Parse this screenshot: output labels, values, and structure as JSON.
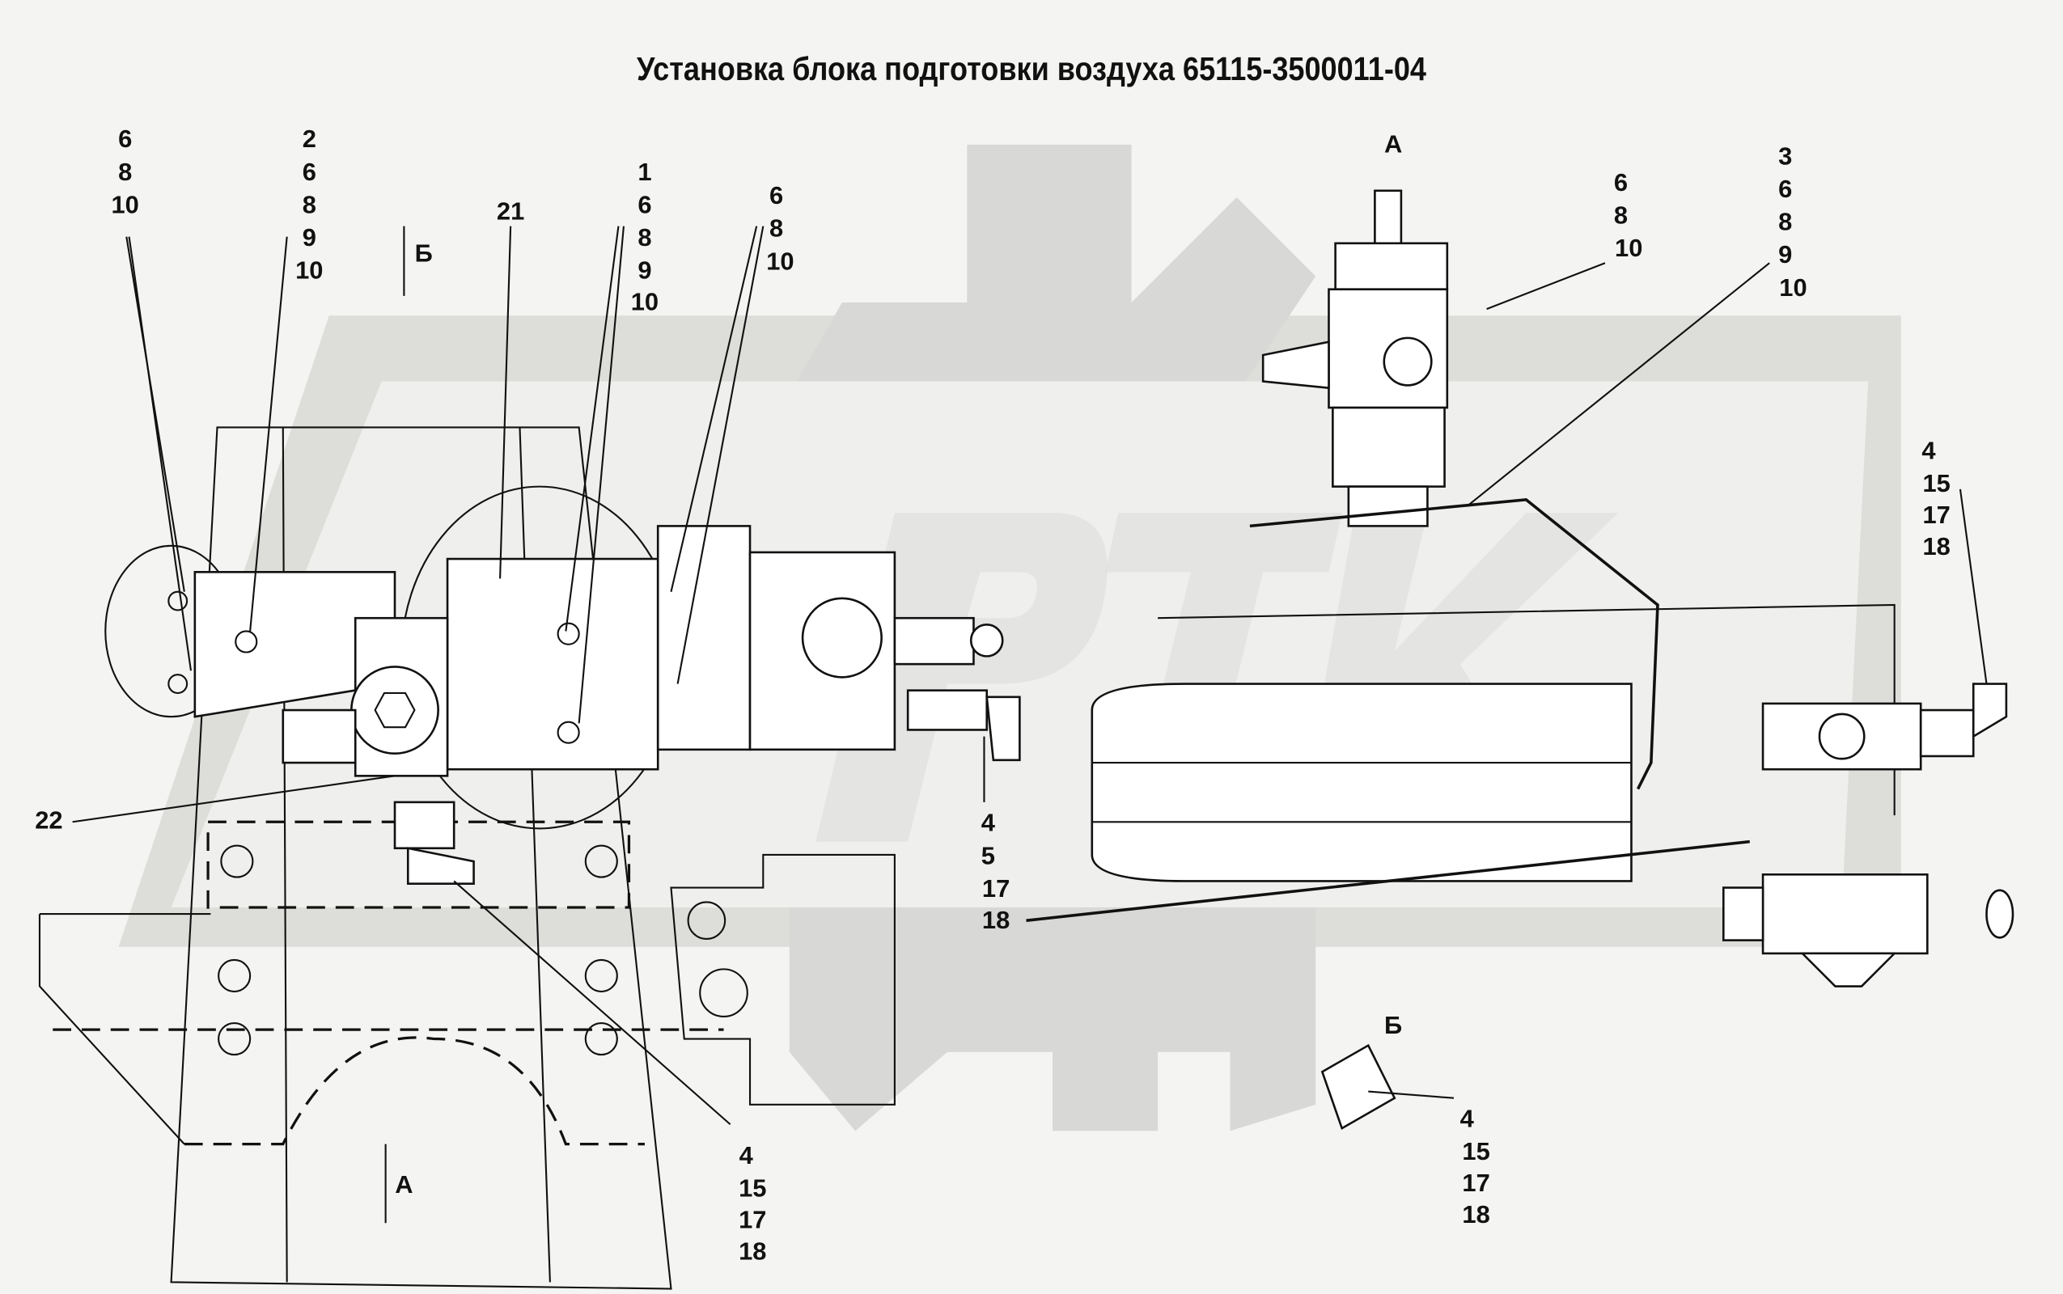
{
  "title": "Установка блока подготовки воздуха 65115-3500011-04",
  "callouts": [
    {
      "id": "c1",
      "lines": [
        "6",
        "8",
        "10"
      ]
    },
    {
      "id": "c2",
      "lines": [
        "2",
        "6",
        "8",
        "9",
        "10"
      ]
    },
    {
      "id": "c3",
      "lines": [
        "21"
      ]
    },
    {
      "id": "c4",
      "lines": [
        "1",
        "6",
        "8",
        "9",
        "10"
      ]
    },
    {
      "id": "c5",
      "lines": [
        "6",
        "8",
        "10"
      ]
    },
    {
      "id": "c6",
      "lines": [
        "6",
        "8",
        "10"
      ]
    },
    {
      "id": "c7",
      "lines": [
        "3",
        "6",
        "8",
        "9",
        "10"
      ]
    },
    {
      "id": "c8",
      "lines": [
        "4",
        "15",
        "17",
        "18"
      ]
    },
    {
      "id": "c9",
      "lines": [
        "22"
      ]
    },
    {
      "id": "c10",
      "lines": [
        "4",
        "5",
        "17",
        "18"
      ]
    },
    {
      "id": "c11",
      "lines": [
        "4",
        "15",
        "17",
        "18"
      ]
    },
    {
      "id": "c12",
      "lines": [
        "4",
        "15",
        "17",
        "18"
      ]
    }
  ],
  "view_labels": {
    "view_a_top": "А",
    "view_b_arrow": "Б",
    "view_b_detail": "Б",
    "view_a_arrow": "А"
  },
  "watermark_text": "PTK"
}
